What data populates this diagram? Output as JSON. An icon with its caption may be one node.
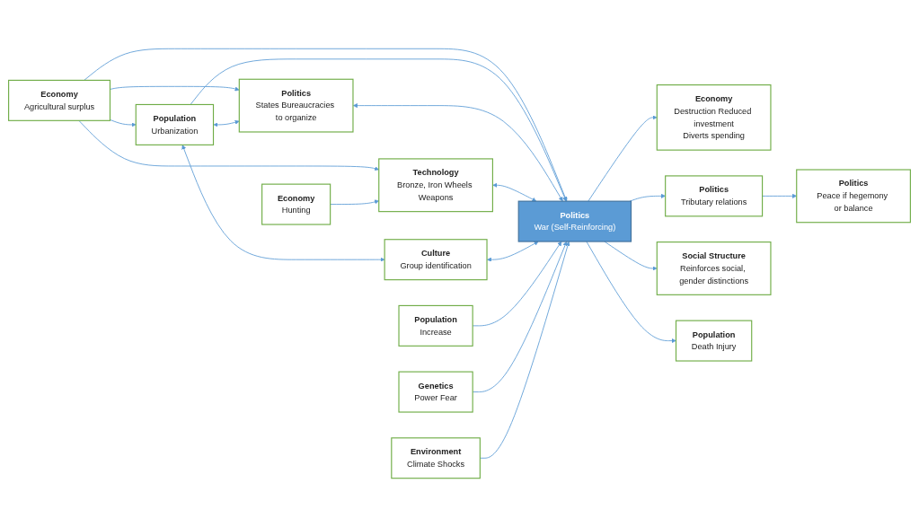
{
  "diagram": {
    "nodes": [
      {
        "text": [
          "Economy",
          "Agricultural surplus"
        ]
      },
      {
        "text": [
          "Population",
          "Urbanization"
        ]
      },
      {
        "text": [
          "Politics",
          "War (Self-Reinforcing)"
        ]
      },
      {
        "text": [
          "Economy",
          "Destruction Reduced investment",
          "Diverts spending"
        ]
      },
      {
        "text": [
          "Politics",
          "Peace if hegemony or balance"
        ]
      },
      {
        "text": [
          "Technology",
          "Bronze, Iron Wheels Weapons"
        ]
      },
      {
        "text": [
          "Culture",
          "Group identification"
        ]
      },
      {
        "text": [
          "Politics",
          "Tributary relations"
        ]
      },
      {
        "text": [
          "Politics",
          "States Bureaucracies to organize"
        ]
      },
      {
        "text": [
          "Environment",
          "Climate Shocks"
        ]
      },
      {
        "text": [
          "Social Structure",
          "Reinforces social, gender distinctions"
        ]
      },
      {
        "text": [
          "Population",
          "Death Injury"
        ]
      },
      {
        "text": [
          "Economy",
          "Hunting"
        ]
      },
      {
        "text": [
          "Population",
          "Increase"
        ]
      },
      {
        "text": [
          "Genetics",
          "Power Fear"
        ]
      }
    ],
    "edges": [
      {
        "from": 0,
        "to": 1,
        "arrow": "to"
      },
      {
        "from": 0,
        "to": 2,
        "arrow": "to"
      },
      {
        "from": 0,
        "to": 5,
        "arrow": "to"
      },
      {
        "from": 0,
        "to": 8,
        "arrow": "to"
      },
      {
        "from": 1,
        "to": 2,
        "arrow": "to"
      },
      {
        "from": 1,
        "to": 8,
        "arrow": "both"
      },
      {
        "from": 1,
        "to": 6,
        "arrow": "both"
      },
      {
        "from": 8,
        "to": 2,
        "arrow": "both"
      },
      {
        "from": 5,
        "to": 2,
        "arrow": "both"
      },
      {
        "from": 6,
        "to": 2,
        "arrow": "both"
      },
      {
        "from": 13,
        "to": 2,
        "arrow": "to"
      },
      {
        "from": 14,
        "to": 2,
        "arrow": "to"
      },
      {
        "from": 9,
        "to": 2,
        "arrow": "to"
      },
      {
        "from": 12,
        "to": 5,
        "arrow": "to"
      },
      {
        "from": 2,
        "to": 3,
        "arrow": "to"
      },
      {
        "from": 2,
        "to": 7,
        "arrow": "to"
      },
      {
        "from": 2,
        "to": 10,
        "arrow": "to"
      },
      {
        "from": 2,
        "to": 11,
        "arrow": "to"
      },
      {
        "from": 7,
        "to": 4,
        "arrow": "to"
      }
    ]
  }
}
